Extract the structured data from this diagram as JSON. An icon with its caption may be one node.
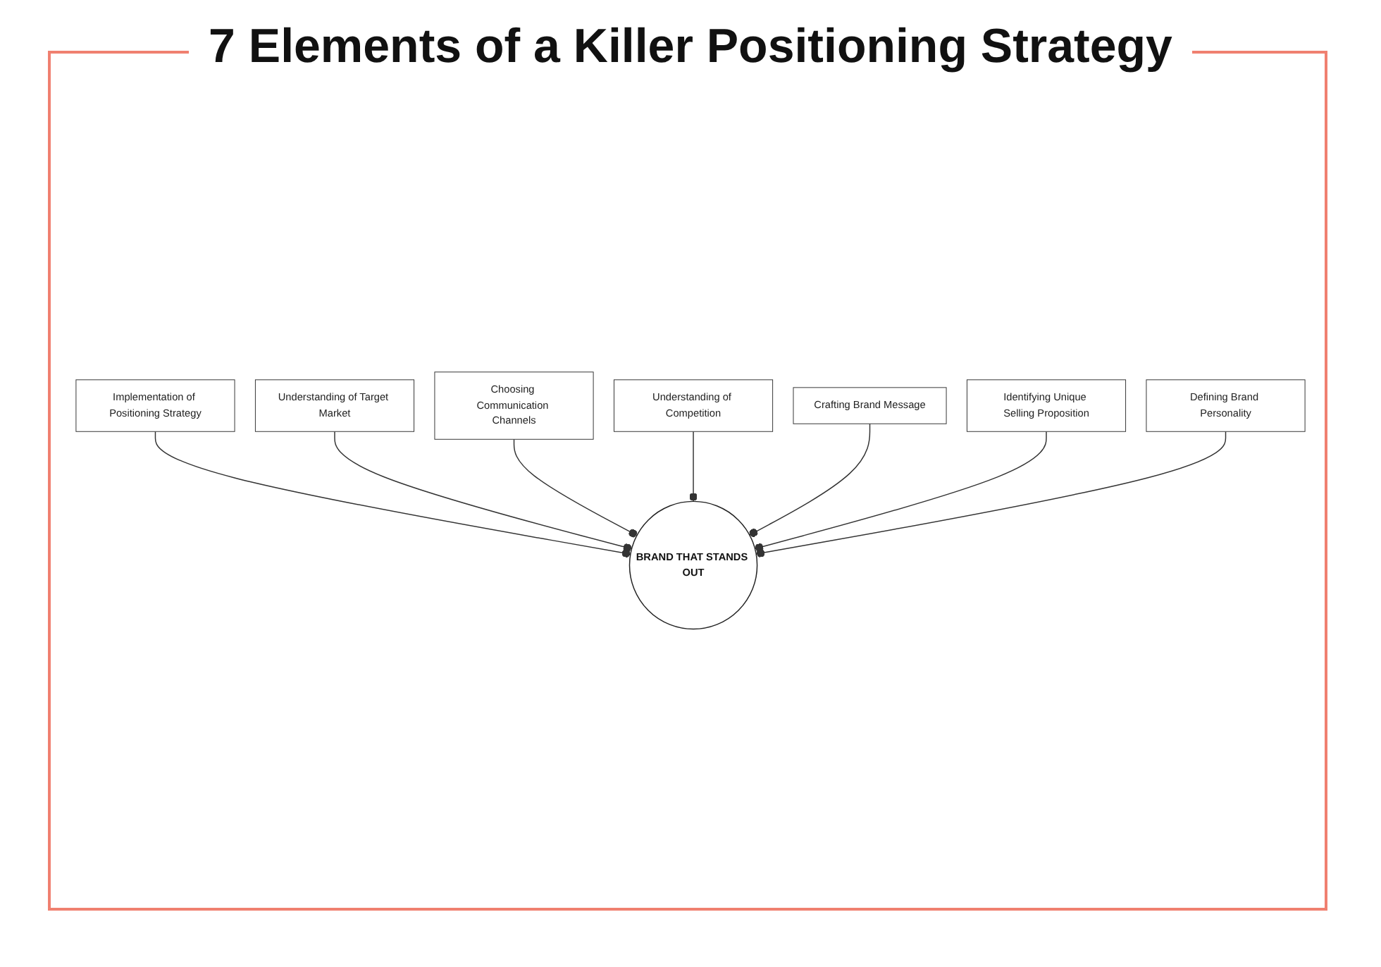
{
  "diagram": {
    "title": "7 Elements of a Killer Positioning Strategy",
    "nodes": [
      {
        "text": [
          "Implementation of Positioning Strategy"
        ]
      },
      {
        "text": [
          "Understanding of Target Market"
        ]
      },
      {
        "text": [
          "Choosing Communication Channels"
        ]
      },
      {
        "text": [
          "Understanding of Competition"
        ]
      },
      {
        "text": [
          "BRAND THAT STANDS OUT"
        ]
      },
      {
        "text": [
          "Crafting Brand Message"
        ]
      },
      {
        "text": [
          "Identifying Unique Selling Proposition"
        ]
      },
      {
        "text": [
          "Defining Brand Personality"
        ]
      }
    ],
    "edges": [
      {
        "from": 0,
        "to": 4,
        "arrow": "other"
      },
      {
        "from": 1,
        "to": 4,
        "arrow": "other"
      },
      {
        "from": 2,
        "to": 4,
        "arrow": "other"
      },
      {
        "from": 3,
        "to": 4,
        "arrow": "other"
      },
      {
        "from": 5,
        "to": 4,
        "arrow": "other"
      },
      {
        "from": 6,
        "to": 4,
        "arrow": "other"
      },
      {
        "from": 7,
        "to": 4,
        "arrow": "other"
      }
    ]
  }
}
